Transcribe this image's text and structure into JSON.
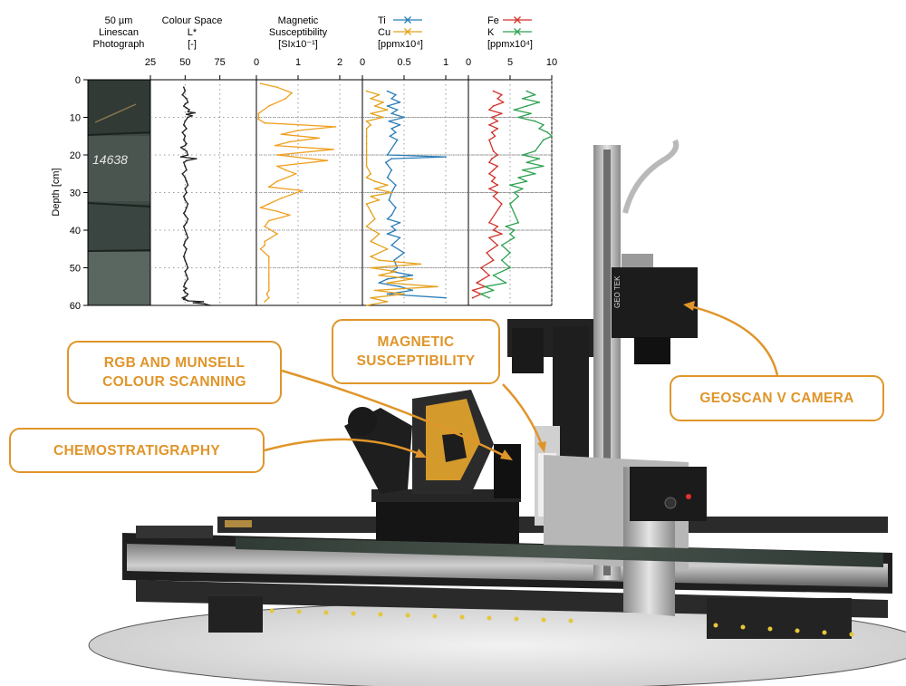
{
  "colors": {
    "accent": "#e0952a",
    "ti": "#2a7db8",
    "cu": "#e5a21d",
    "fe": "#d3322b",
    "k": "#2ea252",
    "lstar": "#222222",
    "mag": "#f0a020"
  },
  "photo_panel": {
    "header": [
      "50 µm",
      "Linescan",
      "Photograph"
    ],
    "sample_label": "14638"
  },
  "callouts": {
    "rgb": [
      "RGB AND MUNSELL",
      "COLOUR SCANNING"
    ],
    "magnetic": [
      "MAGNETIC",
      "SUSCEPTIBILITY"
    ],
    "chemo": [
      "CHEMOSTRATIGRAPHY"
    ],
    "geoscan": [
      "GEOSCAN V CAMERA"
    ]
  },
  "device": {
    "brand_logo": "GEO TEK"
  },
  "chart_data": [
    {
      "type": "line",
      "panel": "colour-space",
      "title_lines": [
        "Colour Space",
        "L*",
        "[-]"
      ],
      "ylabel": "Depth [cm]",
      "ylim": [
        0,
        60
      ],
      "yticks": [
        0,
        10,
        20,
        30,
        40,
        50,
        60
      ],
      "xlim": [
        25,
        85
      ],
      "xticks": [
        25,
        50,
        75
      ],
      "grid": true,
      "series": [
        {
          "color_key": "lstar",
          "x": [
            49,
            50,
            48,
            51,
            52,
            50,
            49,
            51,
            53,
            52,
            57,
            51,
            55,
            52,
            50,
            49,
            51,
            48,
            50,
            49,
            51,
            50,
            47,
            49,
            51,
            52,
            47,
            58,
            51,
            49,
            50,
            51,
            48,
            50,
            51,
            52,
            50,
            51,
            49,
            50,
            52,
            51,
            50,
            49,
            50,
            52,
            51,
            49,
            50,
            51,
            52,
            50,
            49,
            51,
            50,
            49,
            50,
            51,
            52,
            50,
            51,
            52,
            50,
            49,
            51,
            49,
            50,
            52,
            51,
            48,
            50,
            49,
            51,
            52,
            63,
            56,
            64,
            68
          ],
          "y": [
            2,
            3,
            4,
            5,
            6,
            6.5,
            7,
            7.5,
            8,
            8.5,
            8.8,
            9.2,
            9.6,
            10,
            11,
            12,
            13,
            14,
            15,
            16,
            17,
            17.5,
            18,
            18.5,
            19,
            20,
            20.5,
            21,
            21.5,
            22,
            23,
            24,
            25,
            26,
            27,
            28,
            29,
            30,
            31,
            32,
            33,
            34,
            35,
            35.5,
            36,
            37,
            38,
            39,
            40,
            41,
            42,
            43,
            44,
            45,
            46,
            47,
            48,
            49,
            50,
            51,
            52,
            53,
            54,
            55,
            55.5,
            56,
            56.5,
            57,
            57.5,
            58,
            58.2,
            58.4,
            58.6,
            58.8,
            59,
            59.3,
            59.6,
            60
          ]
        }
      ]
    },
    {
      "type": "line",
      "panel": "magnetic-susceptibility",
      "title_lines": [
        "Magnetic",
        "Susceptibility",
        "[SIx10⁻¹]"
      ],
      "ylim": [
        0,
        60
      ],
      "xlim": [
        0,
        2
      ],
      "xticks": [
        0,
        1,
        2
      ],
      "grid": true,
      "series": [
        {
          "color_key": "mag",
          "x": [
            0.1,
            0.5,
            0.85,
            0.7,
            0.3,
            0.05,
            0.05,
            0.2,
            1.9,
            1.0,
            0.6,
            1.5,
            0.8,
            0.45,
            1.85,
            0.5,
            1.7,
            0.5,
            0.7,
            0.95,
            0.5,
            0.3,
            1.1,
            0.6,
            0.3,
            0.1,
            0.5,
            0.8,
            0.3,
            0.2,
            0.5,
            0.2,
            0.2,
            0.1,
            0.3,
            0.3,
            0.3,
            0.3,
            0.3,
            0.25,
            0.3,
            0.2
          ],
          "y": [
            1,
            2,
            3.5,
            5,
            7,
            9,
            10.5,
            11.5,
            12.5,
            13.5,
            14.5,
            15.5,
            16.5,
            17.5,
            18.5,
            20,
            21.5,
            23,
            24,
            25,
            27,
            28.5,
            29.5,
            31.5,
            33,
            34,
            35,
            36,
            37.5,
            39,
            41,
            43,
            44,
            45,
            47,
            50,
            52,
            54,
            56,
            57,
            58,
            59
          ]
        }
      ]
    },
    {
      "type": "line",
      "panel": "ti-cu",
      "units_label": "[ppmx10⁴]",
      "legend": [
        {
          "name": "Ti",
          "color_key": "ti"
        },
        {
          "name": "Cu",
          "color_key": "cu"
        }
      ],
      "ylim": [
        0,
        60
      ],
      "xlim": [
        0,
        1
      ],
      "xticks": [
        0,
        0.5,
        1
      ],
      "grid": true,
      "series": [
        {
          "name": "Ti",
          "color_key": "ti",
          "x": [
            0.3,
            0.4,
            0.35,
            0.45,
            0.3,
            0.42,
            0.35,
            0.5,
            0.32,
            0.45,
            0.35,
            0.4,
            0.33,
            0.42,
            0.3,
            1.0,
            0.35,
            0.28,
            0.35,
            0.3,
            0.4,
            0.35,
            0.32,
            0.4,
            0.35,
            0.3,
            0.45,
            0.35,
            0.4,
            0.3,
            0.45,
            0.35,
            0.5,
            0.38,
            0.42,
            0.35,
            0.6,
            0.3,
            0.2,
            0.45,
            0.6,
            0.3,
            1.0
          ],
          "y": [
            3,
            4,
            5,
            6,
            7,
            8,
            9,
            10,
            11,
            12,
            13,
            14,
            15,
            16,
            20,
            20.5,
            21,
            22,
            24,
            26,
            28,
            30,
            32,
            34,
            36,
            37,
            38,
            39,
            40,
            41,
            42,
            44,
            46,
            48,
            50,
            51,
            52,
            53,
            54,
            55,
            56,
            57,
            58
          ]
        },
        {
          "name": "Cu",
          "color_key": "cu",
          "x": [
            0.05,
            0.2,
            0.1,
            0.25,
            0.15,
            0.3,
            0.1,
            0.25,
            0.05,
            0.1,
            0.05,
            0.05,
            0.05,
            0.05,
            0.05,
            0.05,
            0.1,
            0.05,
            0.15,
            0.3,
            0.15,
            0.35,
            0.1,
            0.2,
            0.05,
            0.1,
            0.15,
            0.05,
            0.2,
            0.1,
            0.3,
            0.1,
            0.2,
            0.7,
            0.1,
            0.4,
            0.2,
            0.6,
            0.3,
            0.9,
            0.15,
            0.5,
            0.1,
            0.3,
            0.05
          ],
          "y": [
            3,
            4,
            5,
            6,
            7,
            8,
            9,
            10,
            11,
            12,
            13,
            15,
            17,
            19,
            21,
            23,
            25,
            26,
            27,
            28,
            29,
            30,
            31,
            32,
            33,
            35,
            37,
            39,
            41,
            43,
            45,
            47,
            48,
            49,
            50,
            51,
            52,
            53,
            54,
            55,
            56,
            57,
            58,
            59,
            60
          ]
        }
      ]
    },
    {
      "type": "line",
      "panel": "fe-k",
      "units_label": "[ppmx10⁴]",
      "legend": [
        {
          "name": "Fe",
          "color_key": "fe"
        },
        {
          "name": "K",
          "color_key": "k"
        }
      ],
      "ylim": [
        0,
        60
      ],
      "xlim": [
        0,
        10
      ],
      "xticks": [
        0,
        5,
        10
      ],
      "grid": true,
      "series": [
        {
          "name": "Fe",
          "color_key": "fe",
          "x": [
            3,
            4,
            3.5,
            4.2,
            3,
            2.5,
            4,
            2.8,
            3.5,
            2.5,
            3.5,
            2.8,
            3.2,
            2.5,
            3,
            3.5,
            2.8,
            2.5,
            3.5,
            3,
            2.5,
            3.2,
            2.8,
            3.5,
            2.5,
            3.5,
            3,
            4,
            2.5,
            3.5,
            3,
            4,
            2.5,
            3.5,
            2.2,
            3,
            1.5,
            2.5,
            1,
            2,
            0.5,
            1.5,
            0.5
          ],
          "y": [
            3,
            4,
            5,
            6,
            7,
            8,
            9,
            10,
            11,
            12,
            13,
            14,
            15,
            16,
            19,
            20,
            21,
            22,
            23,
            24,
            25,
            26,
            27,
            28,
            29,
            30,
            31,
            33,
            38,
            39,
            40,
            41,
            42,
            44,
            46,
            48,
            50,
            52,
            54,
            55,
            56,
            57,
            58
          ]
        },
        {
          "name": "K",
          "color_key": "k",
          "x": [
            7,
            8,
            6.5,
            8.5,
            7,
            5.5,
            7.5,
            6,
            8,
            9,
            8.5,
            9.5,
            10,
            9,
            8,
            6.5,
            8.5,
            7,
            9,
            6.5,
            8,
            6,
            7,
            5,
            6.5,
            5.5,
            6,
            5,
            6,
            4.5,
            5.5,
            5,
            5.5,
            4,
            5,
            4,
            5,
            3,
            4.5,
            2,
            3,
            1.5,
            2.5
          ],
          "y": [
            3,
            4,
            5,
            6,
            7,
            8,
            9,
            10,
            11,
            12,
            13,
            14,
            15,
            16,
            19,
            20,
            21,
            22,
            23,
            24,
            25,
            26,
            27,
            28,
            29,
            30,
            31,
            33,
            38,
            39,
            40,
            41,
            42,
            44,
            46,
            48,
            50,
            52,
            54,
            55,
            56,
            57,
            58
          ]
        }
      ]
    }
  ]
}
